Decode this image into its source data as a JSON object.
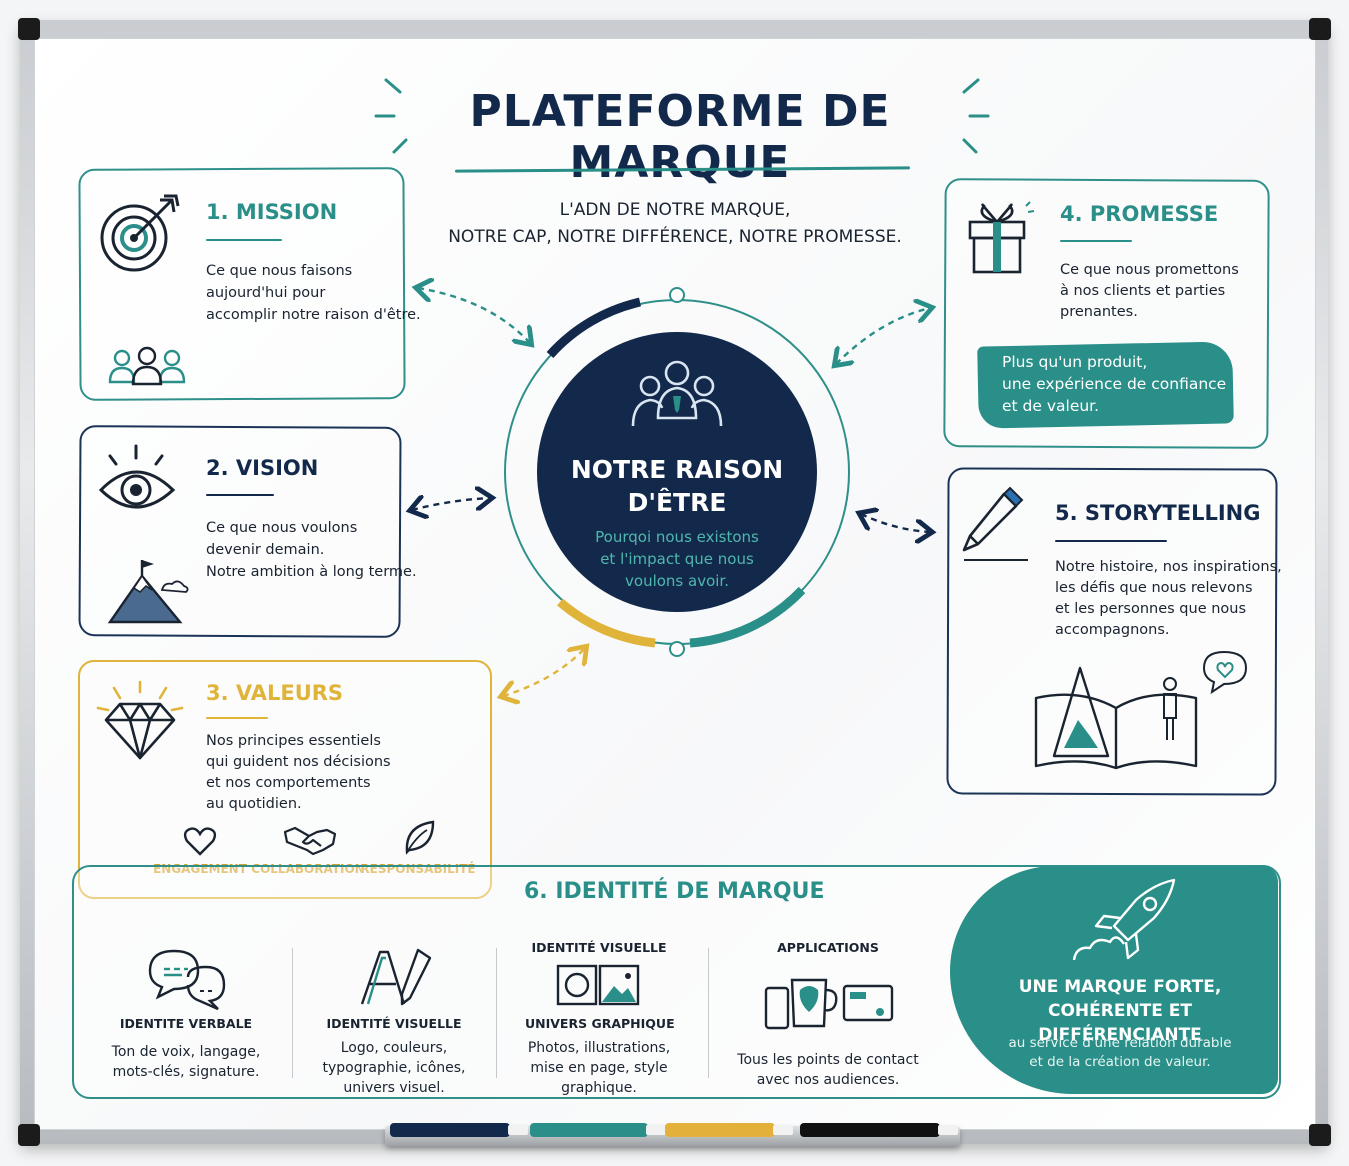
{
  "header": {
    "title": "PLATEFORME DE MARQUE",
    "subtitle_line1": "L'ADN DE NOTRE MARQUE,",
    "subtitle_line2": "NOTRE CAP, NOTRE DIFFÉRENCE, NOTRE PROMESSE."
  },
  "core": {
    "title_line1": "NOTRE RAISON",
    "title_line2": "D'ÊTRE",
    "text_line1": "Pourqoi nous existons",
    "text_line2": "et l'impact que nous",
    "text_line3": "voulons avoir."
  },
  "mission": {
    "title": "1. MISSION",
    "lines": [
      "Ce que nous faisons",
      "aujourd'hui pour",
      "accomplir notre raison d'être."
    ]
  },
  "vision": {
    "title": "2. VISION",
    "lines": [
      "Ce que nous voulons",
      "devenir demain.",
      "Notre ambition à long terme."
    ]
  },
  "valeurs": {
    "title": "3. VALEURS",
    "lines": [
      "Nos principes essentiels",
      "qui guident nos décisions",
      "et nos comportements",
      "au quotidien."
    ],
    "items": [
      "ENGAGEMENT",
      "COLLABORATION",
      "RESPONSABILITÉ"
    ]
  },
  "promesse": {
    "title": "4. PROMESSE",
    "lines": [
      "Ce que nous promettons",
      "à nos clients et parties",
      "prenantes."
    ],
    "highlight": [
      "Plus qu'un produit,",
      "une expérience de confiance",
      "et de valeur."
    ]
  },
  "storytelling": {
    "title": "5. STORYTELLING",
    "lines": [
      "Notre histoire, nos inspirations,",
      "les défis que nous relevons",
      "et les personnes que nous",
      "accompagnons."
    ]
  },
  "identite": {
    "title": "6. IDENTITÉ DE MARQUE",
    "columns": [
      {
        "head": "",
        "label": "IDENTITE VERBALE",
        "text": [
          "Ton de voix, langage,",
          "mots-clés, signature."
        ]
      },
      {
        "head": "",
        "label": "IDENTITÉ VISUELLE",
        "text": [
          "Logo, couleurs,",
          "typographie, icônes,",
          "univers visuel."
        ]
      },
      {
        "head": "IDENTITÉ VISUELLE",
        "label": "UNIVERS GRAPHIQUE",
        "text": [
          "Photos, illustrations,",
          "mise en page, style",
          "graphique."
        ]
      },
      {
        "head": "APPLICATIONS",
        "label": "",
        "text": [
          "Tous les points de contact",
          "avec nos audiences."
        ]
      }
    ],
    "cta_title": [
      "UNE MARQUE FORTE,",
      "COHÉRENTE ET DIFFÉRENCIANTE"
    ],
    "cta_text": [
      "au service d'une relation durable",
      "et de la création de valeur."
    ]
  },
  "colors": {
    "navy": "#13294b",
    "teal": "#2a8f88",
    "gold": "#e0b43a"
  }
}
